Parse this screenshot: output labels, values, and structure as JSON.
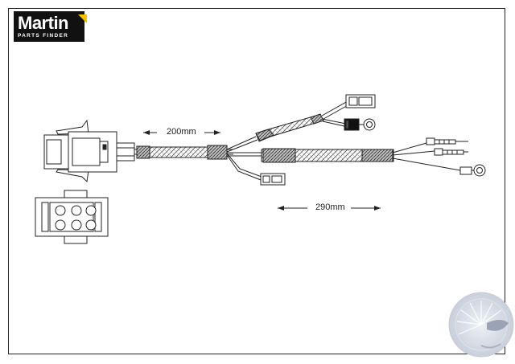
{
  "logo": {
    "name": "Martin",
    "subtitle": "PARTS FINDER",
    "accent_color": "#f2c200"
  },
  "dimensions": {
    "upper_length": "200mm",
    "lower_length": "290mm"
  },
  "watermark_icon": "seal-watermark-icon"
}
